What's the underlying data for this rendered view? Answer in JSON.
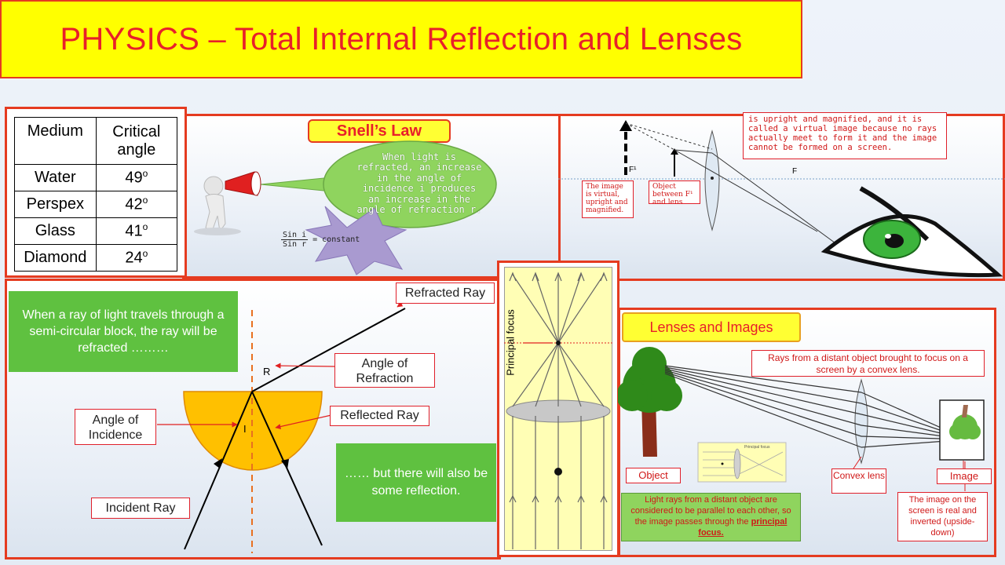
{
  "title": "PHYSICS – Total Internal Reflection and Lenses",
  "critical_table": {
    "headers": [
      "Medium",
      "Critical angle"
    ],
    "rows": [
      {
        "medium": "Water",
        "angle": "49",
        "unit": "o"
      },
      {
        "medium": "Perspex",
        "angle": "42",
        "unit": "o"
      },
      {
        "medium": "Glass",
        "angle": "41",
        "unit": "o"
      },
      {
        "medium": "Diamond",
        "angle": "24",
        "unit": "o"
      }
    ]
  },
  "snell": {
    "heading": "Snell’s Law",
    "bubble": "When light is refracted, an increase in the angle of incidence i produces an increase in the angle of refraction r.",
    "formula_num": "Sin i",
    "formula_den": "Sin r",
    "formula_rest": "= constant"
  },
  "virtual": {
    "top_note": "is upright and magnified, and it is called a virtual image because no rays actually meet to form it and the image cannot be formed on a screen.",
    "image_note": "The image is virtual, upright and magnified.",
    "object_note": "Object between F¹ and lens",
    "f1": "F¹",
    "f": "F"
  },
  "block": {
    "green_text": "When a ray of light travels through a semi-circular block, the ray will be refracted ………",
    "refracted": "Refracted Ray",
    "angle_refraction": "Angle of Refraction",
    "reflected": "Reflected Ray",
    "angle_incidence": "Angle of Incidence",
    "incident": "Incident Ray",
    "r": "R",
    "i": "I",
    "reflection_text": "…… but there will also be some reflection."
  },
  "focus": {
    "label": "Principal focus"
  },
  "lenses": {
    "heading": "Lenses and Images",
    "rays_note": "Rays from a distant object brought to focus on a screen by a convex lens.",
    "object": "Object",
    "convex": "Convex lens",
    "image": "Image",
    "parallel_note_pre": "Light rays from a distant object are considered to be parallel to each other, so the image passes through the",
    "parallel_note_link": "principal focus.",
    "image_note": "The image on the screen is real and inverted (upside-down)",
    "mini_label": "Principal focus"
  },
  "colors": {
    "accent_red": "#e53b20",
    "title_yellow": "#ffff00",
    "green_box": "#5fc140",
    "block_orange": "#ffc000"
  }
}
